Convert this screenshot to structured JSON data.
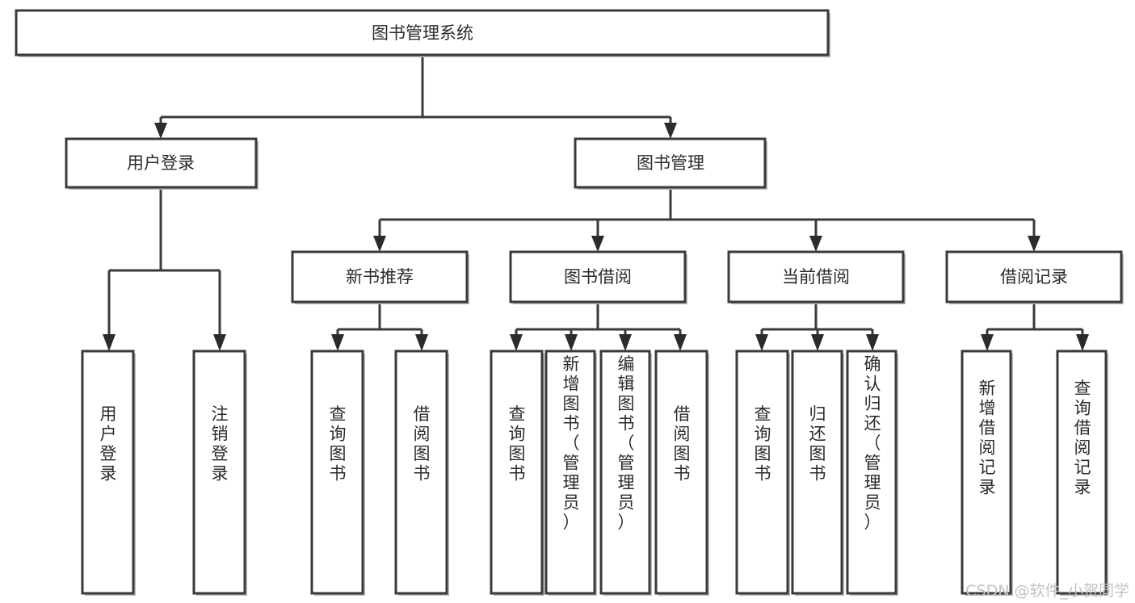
{
  "diagram": {
    "title": "图书管理系统",
    "type": "tree-hierarchy",
    "orientation": "top-down",
    "colors": {
      "box_border": "#3a3a3a",
      "box_fill": "#ffffff",
      "connector": "#3a3a3a",
      "text": "#2b2b2b",
      "watermark": "#c2c2c2",
      "background": "#ffffff"
    }
  },
  "nodes": {
    "root": {
      "label": "图书管理系统",
      "level": 0
    },
    "level1": [
      {
        "id": "user-login",
        "label": "用户登录"
      },
      {
        "id": "book-management",
        "label": "图书管理"
      }
    ],
    "level2": [
      {
        "id": "new-book-recommend",
        "label": "新书推荐",
        "parent": "book-management"
      },
      {
        "id": "book-borrow",
        "label": "图书借阅",
        "parent": "book-management"
      },
      {
        "id": "current-borrow",
        "label": "当前借阅",
        "parent": "book-management"
      },
      {
        "id": "borrow-record",
        "label": "借阅记录",
        "parent": "book-management"
      }
    ],
    "leaves": [
      {
        "id": "leaf-user-login",
        "label": "用户登录",
        "parent": "user-login"
      },
      {
        "id": "leaf-logout-login",
        "label": "注销登录",
        "parent": "user-login"
      },
      {
        "id": "leaf-query-book-1",
        "label": "查询图书",
        "parent": "new-book-recommend"
      },
      {
        "id": "leaf-borrow-book-1",
        "label": "借阅图书",
        "parent": "new-book-recommend"
      },
      {
        "id": "leaf-query-book-2",
        "label": "查询图书",
        "parent": "book-borrow"
      },
      {
        "id": "leaf-add-book",
        "label": "新增图书（管理员）",
        "parent": "book-borrow"
      },
      {
        "id": "leaf-edit-book",
        "label": "编辑图书（管理员）",
        "parent": "book-borrow"
      },
      {
        "id": "leaf-borrow-book-2",
        "label": "借阅图书",
        "parent": "book-borrow"
      },
      {
        "id": "leaf-query-book-3",
        "label": "查询图书",
        "parent": "current-borrow"
      },
      {
        "id": "leaf-return-book",
        "label": "归还图书",
        "parent": "current-borrow"
      },
      {
        "id": "leaf-confirm-return",
        "label": "确认归还（管理员）",
        "parent": "current-borrow"
      },
      {
        "id": "leaf-add-record",
        "label": "新增借阅记录",
        "parent": "borrow-record"
      },
      {
        "id": "leaf-query-record",
        "label": "查询借阅记录",
        "parent": "borrow-record"
      }
    ]
  },
  "watermark": {
    "text": "CSDN @软件_小贺同学"
  }
}
